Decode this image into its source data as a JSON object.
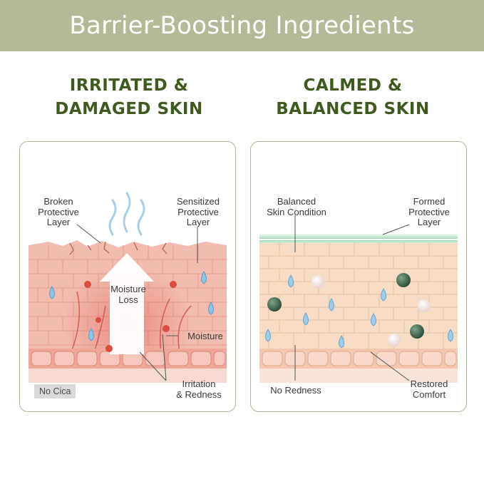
{
  "banner": {
    "title": "Barrier-Boosting Ingredients"
  },
  "left_panel": {
    "heading": [
      "IRRITATED &",
      "DAMAGED SKIN"
    ],
    "labels": {
      "broken_layer": [
        "Broken",
        "Protective",
        "Layer"
      ],
      "sensitized_layer": [
        "Sensitized",
        "Protective",
        "Layer"
      ],
      "moisture_loss": [
        "Moisture",
        "Loss"
      ],
      "moisture": "Moisture",
      "irritation": [
        "Irritation",
        "& Redness"
      ]
    },
    "badge": "No Cica"
  },
  "right_panel": {
    "heading": [
      "CALMED &",
      "BALANCED SKIN"
    ],
    "labels": {
      "balanced_condition": [
        "Balanced",
        "Skin Condition"
      ],
      "formed_layer": [
        "Formed",
        "Protective",
        "Layer"
      ],
      "no_redness": "No Redness",
      "restored_comfort": [
        "Restored",
        "Comfort"
      ]
    }
  },
  "colors": {
    "banner_bg": "#b3ba98",
    "heading_green": "#3f5a1f",
    "irritated_skin": "#f2bcb0",
    "calm_skin": "#f6dcc4",
    "barrier_glow": "#8fd4a6",
    "water_drop": "#8fc3e6"
  }
}
